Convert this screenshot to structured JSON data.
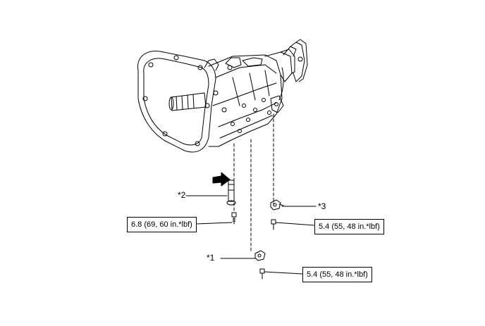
{
  "labels": {
    "part_1": "*1",
    "part_2": "*2",
    "part_3": "*3"
  },
  "torque": {
    "bolt_left": "6.8 (69, 60 in.*lbf)",
    "bolt_right": "5.4 (55, 48 in.*lbf)",
    "bolt_bottom": "5.4 (55, 48 in.*lbf)"
  }
}
